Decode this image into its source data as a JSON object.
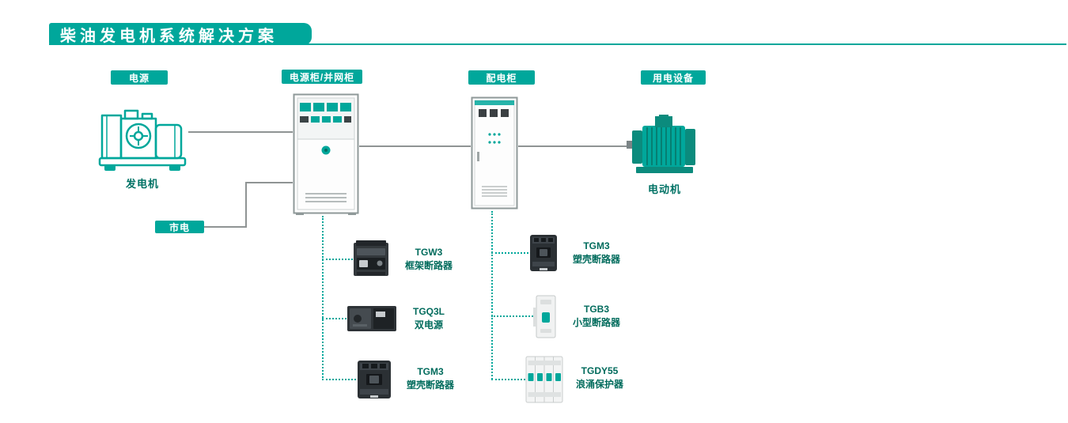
{
  "colors": {
    "accent": "#00A79B",
    "caption_text": "#007265",
    "product_label_text": "#006B5C",
    "connector_line": "#8F9494"
  },
  "header": {
    "title": "柴油发电机系统解决方案"
  },
  "badges": {
    "power_source": "电源",
    "power_cabinet": "电源柜/并网柜",
    "distribution_cabinet": "配电柜",
    "electric_equipment": "用电设备",
    "mains": "市电"
  },
  "captions": {
    "generator": "发电机",
    "motor": "电动机"
  },
  "power_cabinet_products": [
    {
      "model": "TGW3",
      "name": "框架断路器"
    },
    {
      "model": "TGQ3L",
      "name": "双电源"
    },
    {
      "model": "TGM3",
      "name": "塑壳断路器"
    }
  ],
  "distribution_cabinet_products": [
    {
      "model": "TGM3",
      "name": "塑壳断路器"
    },
    {
      "model": "TGB3",
      "name": "小型断路器"
    },
    {
      "model": "TGDY55",
      "name": "浪涌保护器"
    }
  ]
}
